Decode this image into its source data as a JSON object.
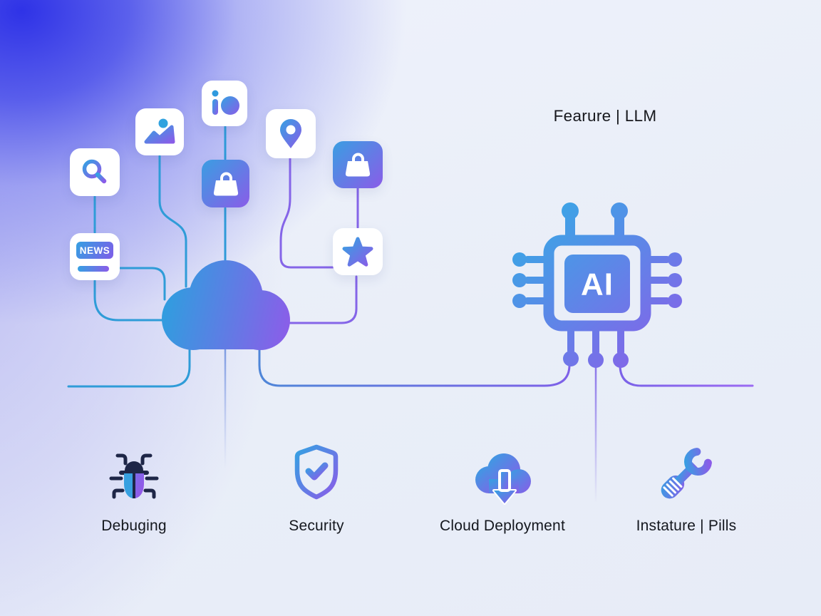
{
  "palette": {
    "accent_blue": "#2f9ade",
    "accent_purple": "#8a5ce8",
    "line_cyan": "#2f9cd8",
    "line_purple": "#8565e8",
    "dark_navy": "#1e2647",
    "text_dark": "#14171e",
    "bg_base": "#e9eef8",
    "corner_glow_blue": "#2b2fe4",
    "card_white": "#ffffff"
  },
  "caption": {
    "text": "Fearure | LLM"
  },
  "app_icons": [
    {
      "id": "search",
      "icon": "magnifier-icon",
      "style": "white-card"
    },
    {
      "id": "photo",
      "icon": "image-icon",
      "style": "white-card"
    },
    {
      "id": "io",
      "icon": "io-logo-icon",
      "style": "white-card"
    },
    {
      "id": "news",
      "icon": "news-badge-icon",
      "style": "white-card",
      "badge_text": "NEWS"
    },
    {
      "id": "shopping-bag-1",
      "icon": "shopping-bag-icon",
      "style": "gradient-card"
    },
    {
      "id": "location-pin",
      "icon": "map-pin-icon",
      "style": "white-card"
    },
    {
      "id": "shopping-bag-2",
      "icon": "shopping-bag-icon",
      "style": "gradient-card"
    },
    {
      "id": "star",
      "icon": "star-icon",
      "style": "white-card"
    }
  ],
  "hub": {
    "type": "cloud"
  },
  "chip": {
    "label": "AI"
  },
  "features": [
    {
      "icon": "bug-icon",
      "label": "Debuging"
    },
    {
      "icon": "shield-check-icon",
      "label": "Security"
    },
    {
      "icon": "cloud-download-icon",
      "label": "Cloud Deployment"
    },
    {
      "icon": "wrench-icon",
      "label": "Instature | Pills"
    }
  ]
}
